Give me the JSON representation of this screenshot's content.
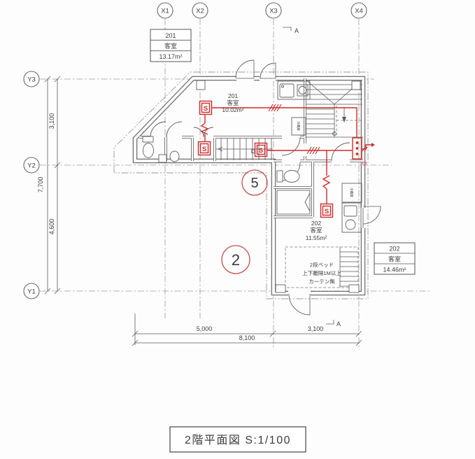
{
  "title_block": {
    "text": "2階平面図 S:1/100"
  },
  "axes": {
    "x": [
      {
        "label": "X1"
      },
      {
        "label": "X2"
      },
      {
        "label": "X3"
      },
      {
        "label": "X4"
      }
    ],
    "y": [
      {
        "label": "Y3"
      },
      {
        "label": "Y2"
      },
      {
        "label": "Y1"
      }
    ]
  },
  "dimensions": {
    "left": {
      "segment_top": "3,100",
      "total": "7,700",
      "segment_bottom": "4,600"
    },
    "bottom": {
      "segment_left": "5,000",
      "segment_right": "3,100",
      "total": "8,100"
    }
  },
  "room_tags": {
    "room201": {
      "number": "201",
      "type": "客室",
      "area": "13.17m²"
    },
    "room202": {
      "number": "202",
      "type": "客室",
      "area": "14.46m²"
    }
  },
  "room_labels": {
    "room201": {
      "number": "201",
      "type": "客室",
      "area": "10.02m²"
    },
    "room202": {
      "number": "202",
      "type": "客室",
      "area": "11.55m²"
    }
  },
  "notes": {
    "bed": {
      "line1": "2段ベッド",
      "line2": "上下離隔1M以上",
      "line3": "カーテン無"
    },
    "fridge": "冷蔵庫"
  },
  "symbols": {
    "detector": "S",
    "door": "D",
    "receiver": "D",
    "evac_circle_upper": "5",
    "evac_circle_lower": "2",
    "section_top": "A",
    "section_bottom": "A"
  },
  "colors": {
    "alarm_red": "#cf2b2b",
    "drawing_line": "#5a5a5a",
    "wall_gray": "#6e6e6e",
    "grid_gray": "#9a9a9a"
  }
}
